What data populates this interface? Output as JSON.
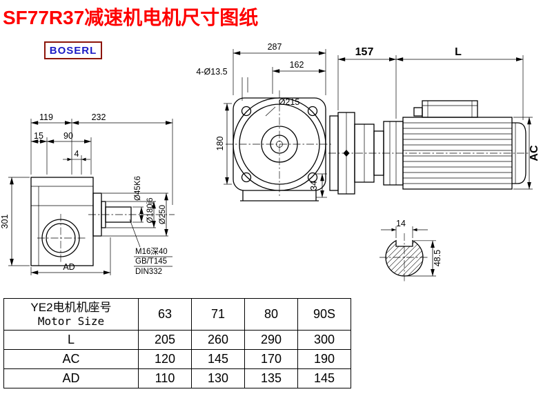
{
  "page": {
    "title": "SF77R37减速机电机尺寸图纸",
    "brand": "BOSERL"
  },
  "drawing": {
    "side": {
      "d119": "119",
      "d232": "232",
      "d15": "15",
      "d90": "90",
      "d4": "4",
      "d301": "301",
      "dAD": "AD",
      "shaft_dia": "Ø45K6",
      "spigot_dia": "Ø180j6",
      "flange_dia": "Ø250",
      "note1": "M16深40",
      "note2": "GB/T145",
      "note3": "DIN332"
    },
    "front": {
      "d287": "287",
      "d162": "162",
      "holes": "4-Ø13.5",
      "od": "Ø215",
      "d180": "180",
      "d34": "34"
    },
    "motor": {
      "d157": "157",
      "dL": "L",
      "dAC": "AC"
    },
    "shaft": {
      "d14": "14",
      "d485": "48.5"
    }
  },
  "table": {
    "header_line1": "YE2电机机座号",
    "header_line2": "Motor Size",
    "motor_sizes": [
      "63",
      "71",
      "80",
      "90S"
    ],
    "rows": [
      {
        "label": "L",
        "values": [
          "205",
          "260",
          "290",
          "300"
        ]
      },
      {
        "label": "AC",
        "values": [
          "120",
          "145",
          "170",
          "190"
        ]
      },
      {
        "label": "AD",
        "values": [
          "110",
          "130",
          "135",
          "145"
        ]
      }
    ]
  }
}
